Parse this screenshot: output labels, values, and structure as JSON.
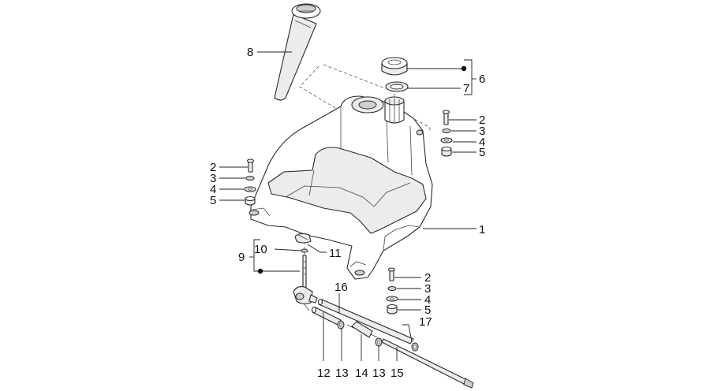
{
  "callouts": {
    "c1": "1",
    "c2a": "2",
    "c3a": "3",
    "c4a": "4",
    "c5a": "5",
    "c2b": "2",
    "c3b": "3",
    "c4b": "4",
    "c5b": "5",
    "c2c": "2",
    "c3c": "3",
    "c4c": "4",
    "c5c": "5",
    "c6": "6",
    "c7": "7",
    "c8": "8",
    "c9": "9",
    "c10": "10",
    "c11": "11",
    "c12": "12",
    "c13a": "13",
    "c14": "14",
    "c13b": "13",
    "c15": "15",
    "c16": "16",
    "c17": "17"
  }
}
